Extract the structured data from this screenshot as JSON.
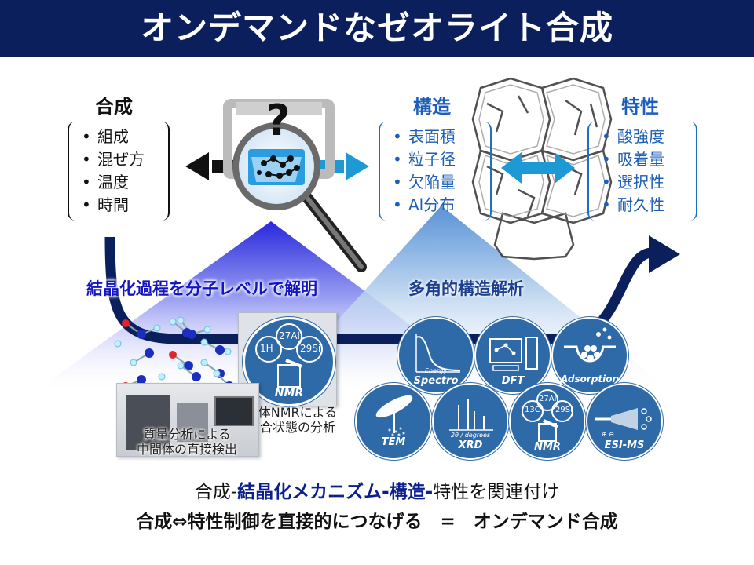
{
  "title": "オンデマンドなゼオライト合成",
  "synthesis": {
    "heading": "合成",
    "items": [
      "組成",
      "混ぜ方",
      "温度",
      "時間"
    ]
  },
  "structure": {
    "heading": "構造",
    "items": [
      "表面積",
      "粒子径",
      "欠陥量",
      "Al分布"
    ]
  },
  "properties": {
    "heading": "特性",
    "items": [
      "酸強度",
      "吸着量",
      "選択性",
      "耐久性"
    ]
  },
  "magnifier": {
    "mark": "?"
  },
  "captions": {
    "crystallization": "結晶化過程を分子レベルで解明",
    "multi_structure": "多角的構造解析"
  },
  "photos": {
    "nmr_badge": {
      "h": "1H",
      "al": "27Al",
      "si": "29Si",
      "label": "NMR"
    },
    "nmr_text": [
      "固体NMRによる",
      "結合状態の分析"
    ],
    "ms_text": [
      "質量分析による",
      "中間体の直接検出"
    ]
  },
  "techniques": {
    "spectro": {
      "label": "Spectro",
      "sub": "Energy"
    },
    "dft": {
      "label": "DFT"
    },
    "adsorption": {
      "label": "Adsorption"
    },
    "tem": {
      "label": "TEM"
    },
    "xrd": {
      "label": "XRD",
      "sub": "2θ / degrees"
    },
    "nmr": {
      "label": "NMR",
      "c": "13C",
      "al": "27Al",
      "si": "29Si"
    },
    "esims": {
      "label": "ESI-MS"
    }
  },
  "bottom": {
    "line1": {
      "p1": "合成-",
      "p2": "結晶化メカニズム",
      "p3": "-",
      "p4": "構造",
      "p5": "-",
      "p6": "特性を関連付け"
    },
    "line2": "合成⇔特性制御を直接的につなげる　=　オンデマンド合成"
  },
  "colors": {
    "title_bg": "#0b1f5c",
    "accent_blue": "#1515c0",
    "tech_blue": "#2f6aa8",
    "arrow_blue": "#1d9ad6",
    "flow_navy": "#0b1f5c"
  }
}
